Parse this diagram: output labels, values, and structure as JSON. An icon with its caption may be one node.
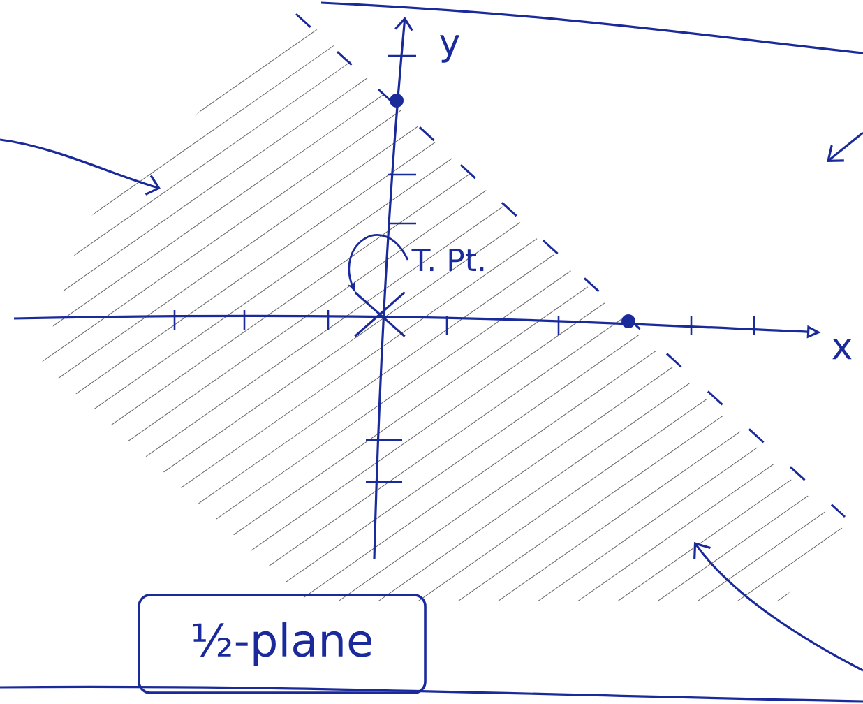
{
  "diagram": {
    "nodes": [
      {
        "text": [
          "½-plane"
        ]
      },
      {
        "text": [
          "T. Pt."
        ]
      },
      {
        "text": [],
        "shape": "cross"
      }
    ],
    "edges": [
      {
        "from": 1,
        "to": 2,
        "arrow": "to"
      }
    ],
    "labels": [
      "y",
      "x"
    ]
  }
}
